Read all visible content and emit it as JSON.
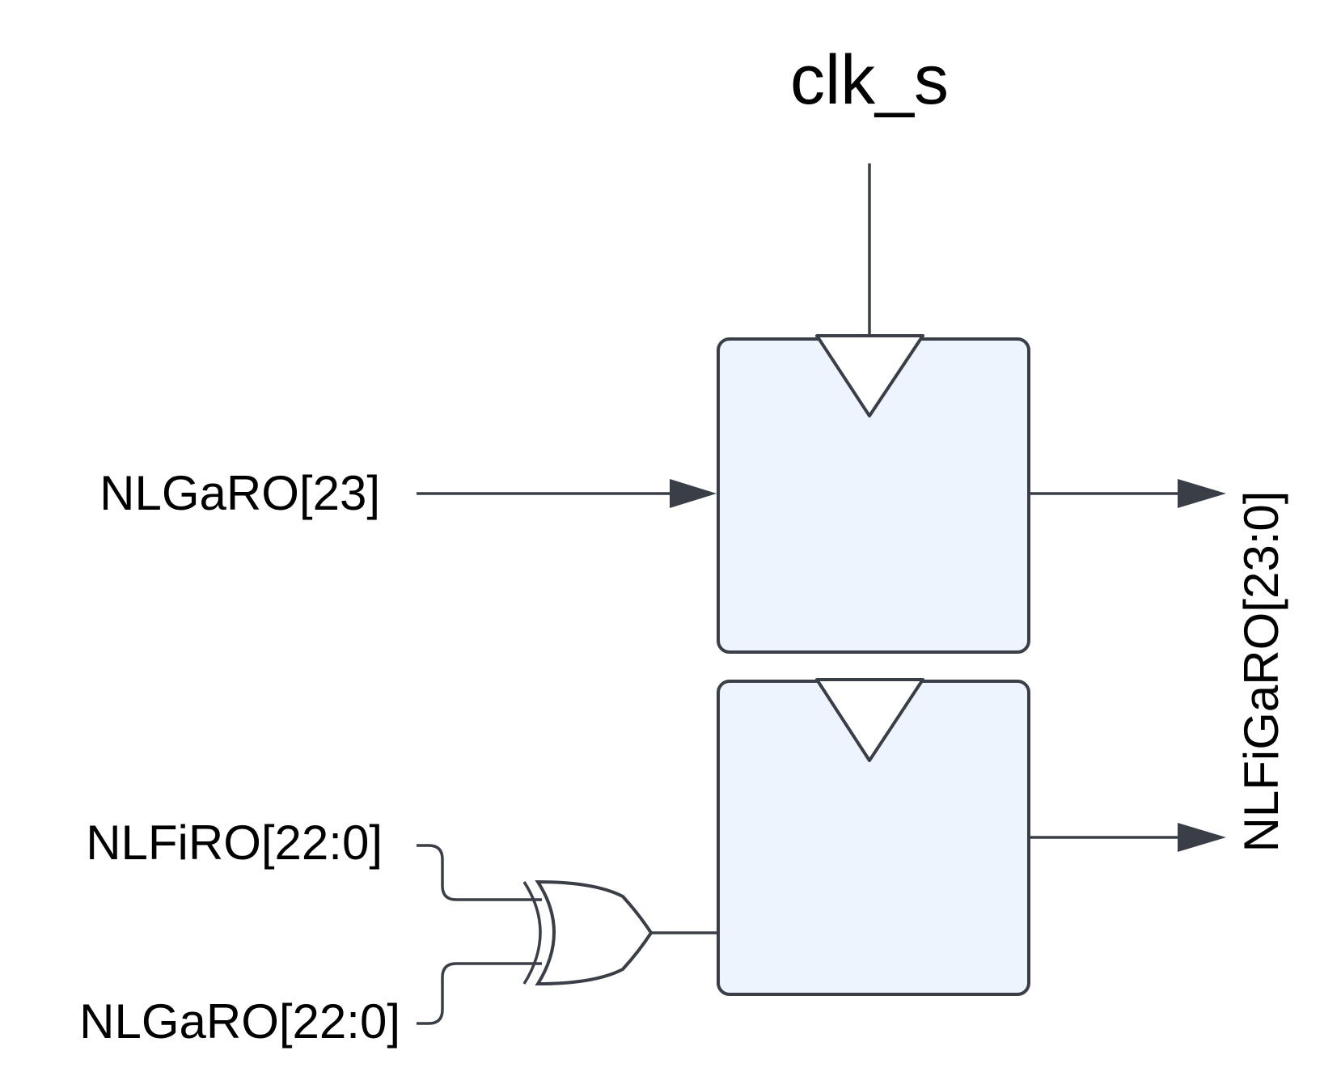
{
  "labels": {
    "clock": "clk_s",
    "input_top": "NLGaRO[23]",
    "input_fi": "NLFiRO[22:0]",
    "input_ga": "NLGaRO[22:0]",
    "output": "NLFiGaRO[23:0]"
  },
  "colors": {
    "stroke": "#3a3f47",
    "register_fill": "#edf4fe",
    "text": "#000000"
  },
  "icons": {
    "gate": "xor-gate-icon",
    "clock_input": "clock-triangle-icon"
  }
}
